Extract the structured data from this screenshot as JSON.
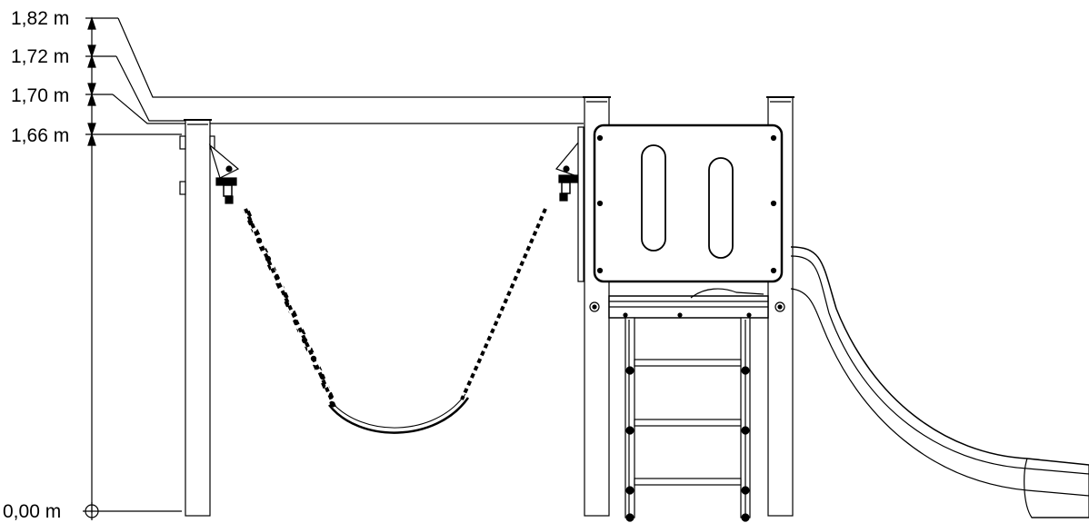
{
  "drawing": {
    "dimension_labels": [
      "1,82 m",
      "1,72 m",
      "1,70 m",
      "1,66 m",
      "0,00 m"
    ]
  }
}
